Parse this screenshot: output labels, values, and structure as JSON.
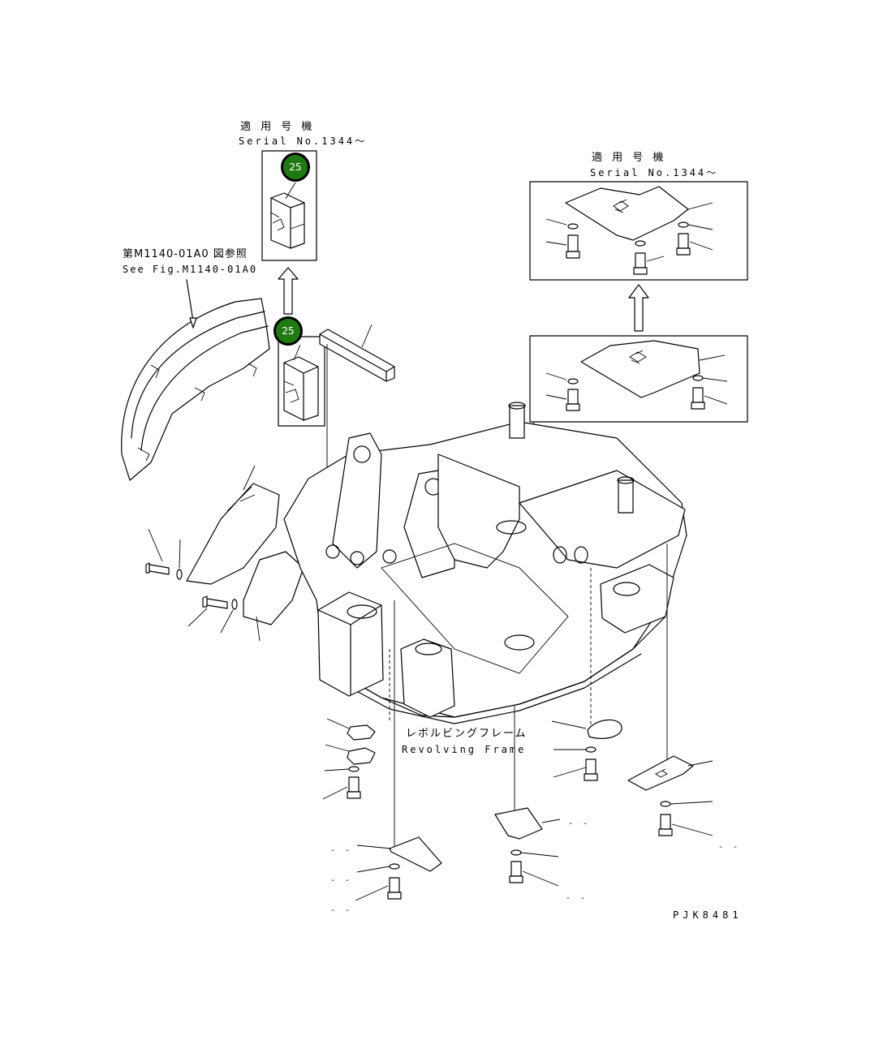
{
  "labels": {
    "applicable_serial_jp_1": "適 用 号 機",
    "applicable_serial_en_1": "Serial No.1344～",
    "applicable_serial_jp_2": "適 用 号 機",
    "applicable_serial_en_2": "Serial No.1344～",
    "see_fig_jp": "第M1140-01A0 図参照",
    "see_fig_en": "See Fig.M1140-01A0",
    "frame_jp": "レボルビングフレーム",
    "frame_en": "Revolving Frame",
    "drawing_no": "PJK8481"
  },
  "callouts": [
    {
      "number": "25",
      "color": "#1f7a12"
    },
    {
      "number": "25",
      "color": "#1f7a12"
    }
  ],
  "part_number_placeholders": [
    "- -",
    "- -",
    "- -",
    "- -",
    "- -",
    "- -",
    "- -",
    "- -"
  ]
}
